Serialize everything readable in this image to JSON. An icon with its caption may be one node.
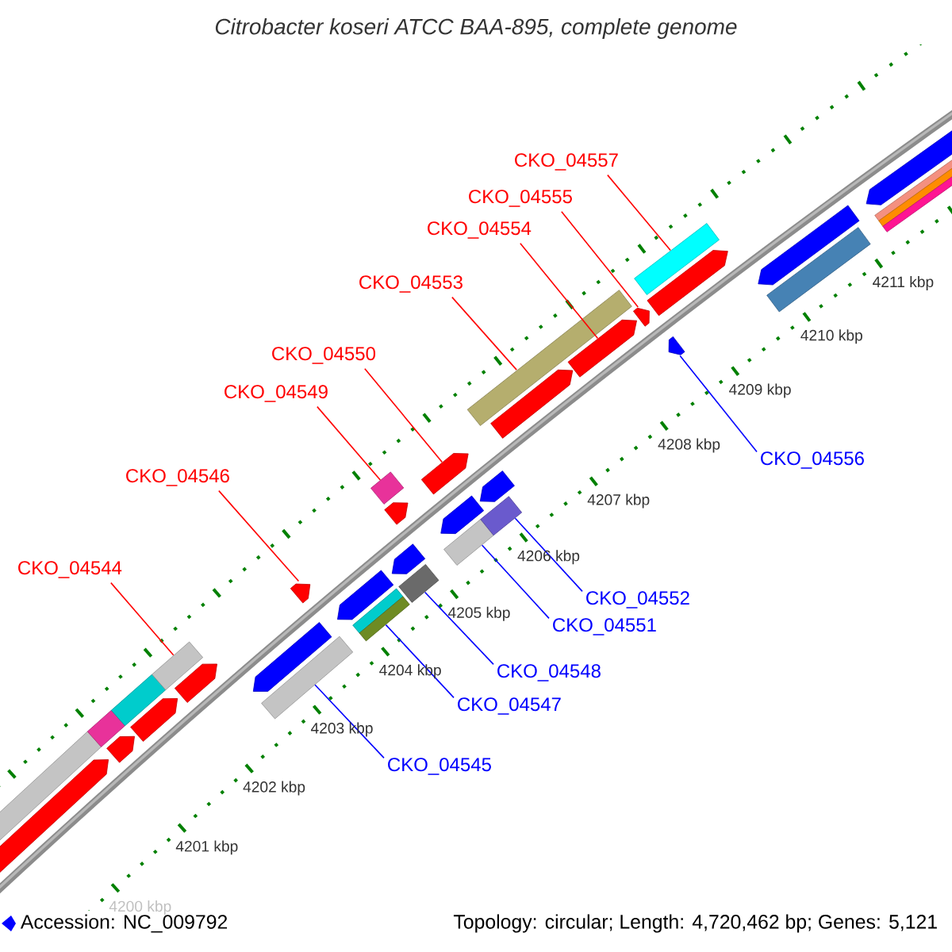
{
  "diagram": {
    "title": "Citrobacter koseri ATCC BAA-895, complete genome",
    "nodes": [
      {
        "text": [
          "CKO_04557"
        ]
      },
      {
        "text": [
          "CKO_04555"
        ]
      },
      {
        "text": [
          "CKO_04554"
        ]
      },
      {
        "text": [
          "CKO_04553"
        ]
      },
      {
        "text": [
          "CKO_04550"
        ]
      },
      {
        "text": [
          "CKO_04549"
        ]
      },
      {
        "text": [
          "CKO_04556"
        ]
      },
      {
        "text": [
          "CKO_04546"
        ]
      },
      {
        "text": [
          "CKO_04544"
        ]
      },
      {
        "text": [
          "CKO_04552"
        ]
      },
      {
        "text": [
          "CKO_04551"
        ]
      },
      {
        "text": [
          "CKO_04548"
        ]
      },
      {
        "text": [
          "CKO_04547"
        ]
      },
      {
        "text": [
          "CKO_04545"
        ]
      },
      {
        "text": [],
        "shape": "pentagon"
      },
      {
        "text": [],
        "shape": "bar"
      },
      {
        "text": [],
        "shape": "bar"
      },
      {
        "text": [],
        "shape": "pentagon"
      },
      {
        "text": [],
        "shape": "bar"
      },
      {
        "text": [],
        "shape": "pentagon"
      },
      {
        "text": [],
        "shape": "bar"
      },
      {
        "text": [],
        "shape": "pentagon"
      },
      {
        "text": [],
        "shape": "bar"
      },
      {
        "text": [],
        "shape": "pentagon"
      },
      {
        "text": [],
        "shape": "pentagon"
      },
      {
        "text": [],
        "shape": "pentagon"
      },
      {
        "text": [],
        "shape": "bar"
      },
      {
        "text": [],
        "shape": "bar"
      },
      {
        "text": [],
        "shape": "bar"
      },
      {
        "text": [],
        "shape": "pentagon"
      },
      {
        "text": [],
        "shape": "pentagon"
      },
      {
        "text": [],
        "shape": "bar"
      },
      {
        "text": [],
        "shape": "bar"
      },
      {
        "text": [],
        "shape": "pentagon"
      },
      {
        "text": [],
        "shape": "pentagon"
      },
      {
        "text": [],
        "shape": "bar"
      },
      {
        "text": [],
        "shape": "pentagon"
      },
      {
        "text": [],
        "shape": "bar"
      },
      {
        "text": [],
        "shape": "pentagon"
      },
      {
        "text": [],
        "shape": "pentagon"
      },
      {
        "text": [],
        "shape": "pentagon"
      },
      {
        "text": [],
        "shape": "pentagon"
      },
      {
        "text": [],
        "shape": "pentagon"
      },
      {
        "text": [],
        "shape": "bar"
      },
      {
        "text": [],
        "shape": "pentagon"
      },
      {
        "text": [],
        "shape": "bar"
      },
      {
        "text": [],
        "shape": "pentagon"
      },
      {
        "text": [],
        "shape": "bar"
      },
      {
        "text": [],
        "shape": "bar"
      },
      {
        "text": [],
        "shape": "bar"
      },
      {
        "text": [],
        "shape": "diamond"
      }
    ],
    "edges": [
      {
        "from": 0,
        "to": 43,
        "arrow": "none"
      },
      {
        "from": 1,
        "to": 40,
        "arrow": "none"
      },
      {
        "from": 2,
        "to": 39,
        "arrow": "none"
      },
      {
        "from": 3,
        "to": 37,
        "arrow": "none"
      },
      {
        "from": 4,
        "to": 34,
        "arrow": "none"
      },
      {
        "from": 5,
        "to": 31,
        "arrow": "none"
      },
      {
        "from": 6,
        "to": 41,
        "arrow": "none",
        "color": "#0000ff"
      },
      {
        "from": 7,
        "to": 24,
        "arrow": "none"
      },
      {
        "from": 8,
        "to": 20,
        "arrow": "none"
      },
      {
        "from": 9,
        "to": 35,
        "arrow": "none",
        "color": "#0000ff"
      },
      {
        "from": 10,
        "to": 32,
        "arrow": "none",
        "color": "#0000ff"
      },
      {
        "from": 11,
        "to": 28,
        "arrow": "none",
        "color": "#0000ff"
      },
      {
        "from": 12,
        "to": 27,
        "arrow": "none",
        "color": "#0000ff"
      },
      {
        "from": 13,
        "to": 22,
        "arrow": "none",
        "color": "#0000ff"
      }
    ],
    "labels": [
      "4211 kbp",
      "4210 kbp",
      "4209 kbp",
      "4208 kbp",
      "4207 kbp",
      "4206 kbp",
      "4205 kbp",
      "4204 kbp",
      "4203 kbp",
      "4202 kbp",
      "4201 kbp",
      "4200 kbp",
      "Accession: NC_009792",
      "Topology: circular; Length: 4,720,462 bp; Genes: 5,121"
    ]
  }
}
